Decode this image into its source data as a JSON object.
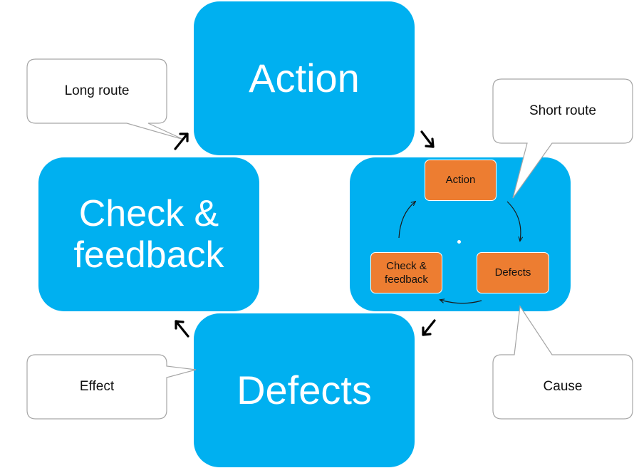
{
  "blocks": {
    "action": "Action",
    "check_line1": "Check &",
    "check_line2": "feedback",
    "defects": "Defects"
  },
  "inner_cycle": {
    "action": "Action",
    "defects": "Defects",
    "check_line1": "Check &",
    "check_line2": "feedback"
  },
  "callouts": {
    "long_route": "Long route",
    "short_route": "Short route",
    "effect": "Effect",
    "cause": "Cause"
  },
  "colors": {
    "block_blue": "#00b0f0",
    "mini_orange": "#ed7d31",
    "callout_border": "#a6a6a6"
  }
}
